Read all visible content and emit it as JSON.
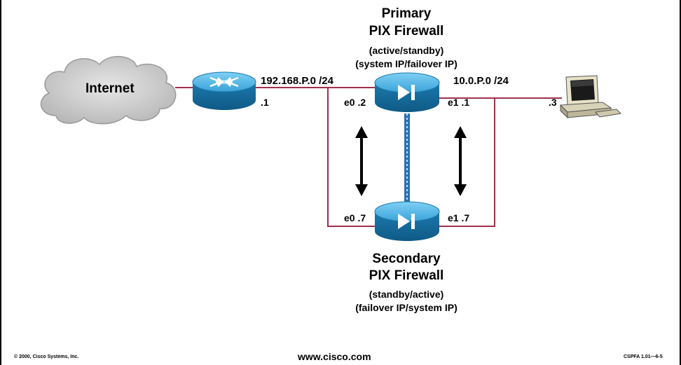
{
  "primary": {
    "title_line1": "Primary",
    "title_line2": "PIX Firewall",
    "role": "(active/standby)",
    "addresses": "(system IP/failover IP)",
    "inside_port": "e0 .2",
    "outside_port": "e1 .1"
  },
  "secondary": {
    "title_line1": "Secondary",
    "title_line2": "PIX Firewall",
    "role": "(standby/active)",
    "addresses": "(failover IP/system IP)",
    "inside_port": "e0 .7",
    "outside_port": "e1 .7"
  },
  "internet_label": "Internet",
  "router_port": ".1",
  "outside_network": "192.168.P.0 /24",
  "inside_network": "10.0.P.0 /24",
  "host_address": ".3",
  "footer": {
    "copyright": "© 2000, Cisco Systems, Inc.",
    "url": "www.cisco.com",
    "code": "CSPFA 1.01—6-5"
  },
  "colors": {
    "link": "#a0304a",
    "device_body": "#1f87bd",
    "device_top": "#5cb8e8",
    "cloud": "#c8c8c8",
    "failover_cable": "#4a8fc9",
    "border": "#000000"
  }
}
